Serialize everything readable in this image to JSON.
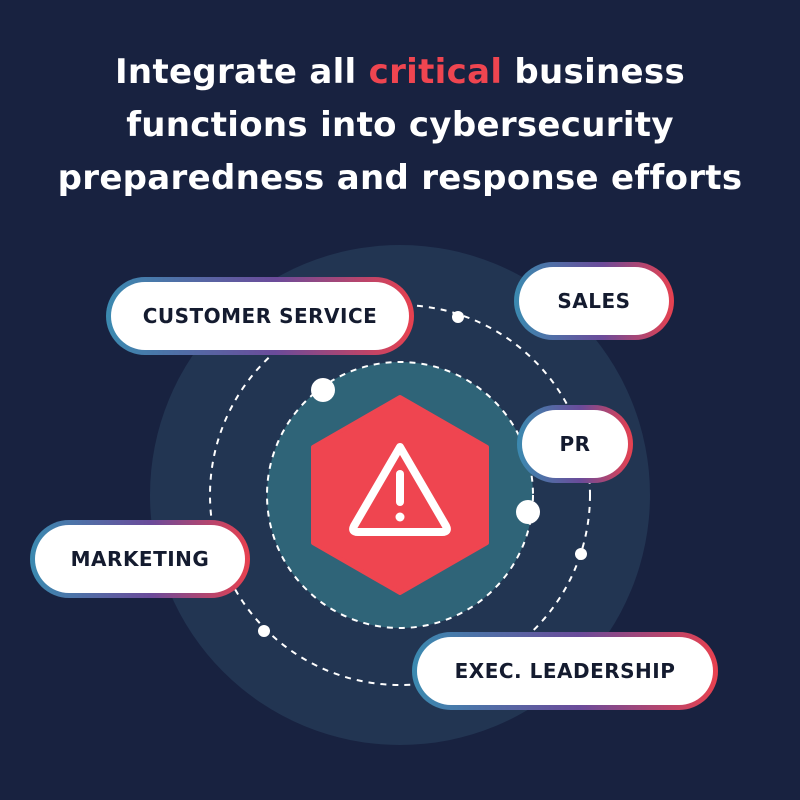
{
  "title": {
    "line1_before": "Integrate all ",
    "line1_highlight": "critical",
    "line1_after": " business",
    "line2": "functions into cybersecurity",
    "line3": "preparedness and response efforts"
  },
  "functions": {
    "customer_service": "CUSTOMER SERVICE",
    "sales": "SALES",
    "pr": "PR",
    "marketing": "MARKETING",
    "exec_leadership": "EXEC. LEADERSHIP"
  },
  "center_icon": "warning-triangle-icon",
  "colors": {
    "background": "#182240",
    "accent_red": "#ef4550",
    "outer_circle": "#223552",
    "inner_circle": "#2f6478",
    "pill_gradient": [
      "#3b8ab0",
      "#6b4b9a",
      "#e8414f"
    ]
  }
}
